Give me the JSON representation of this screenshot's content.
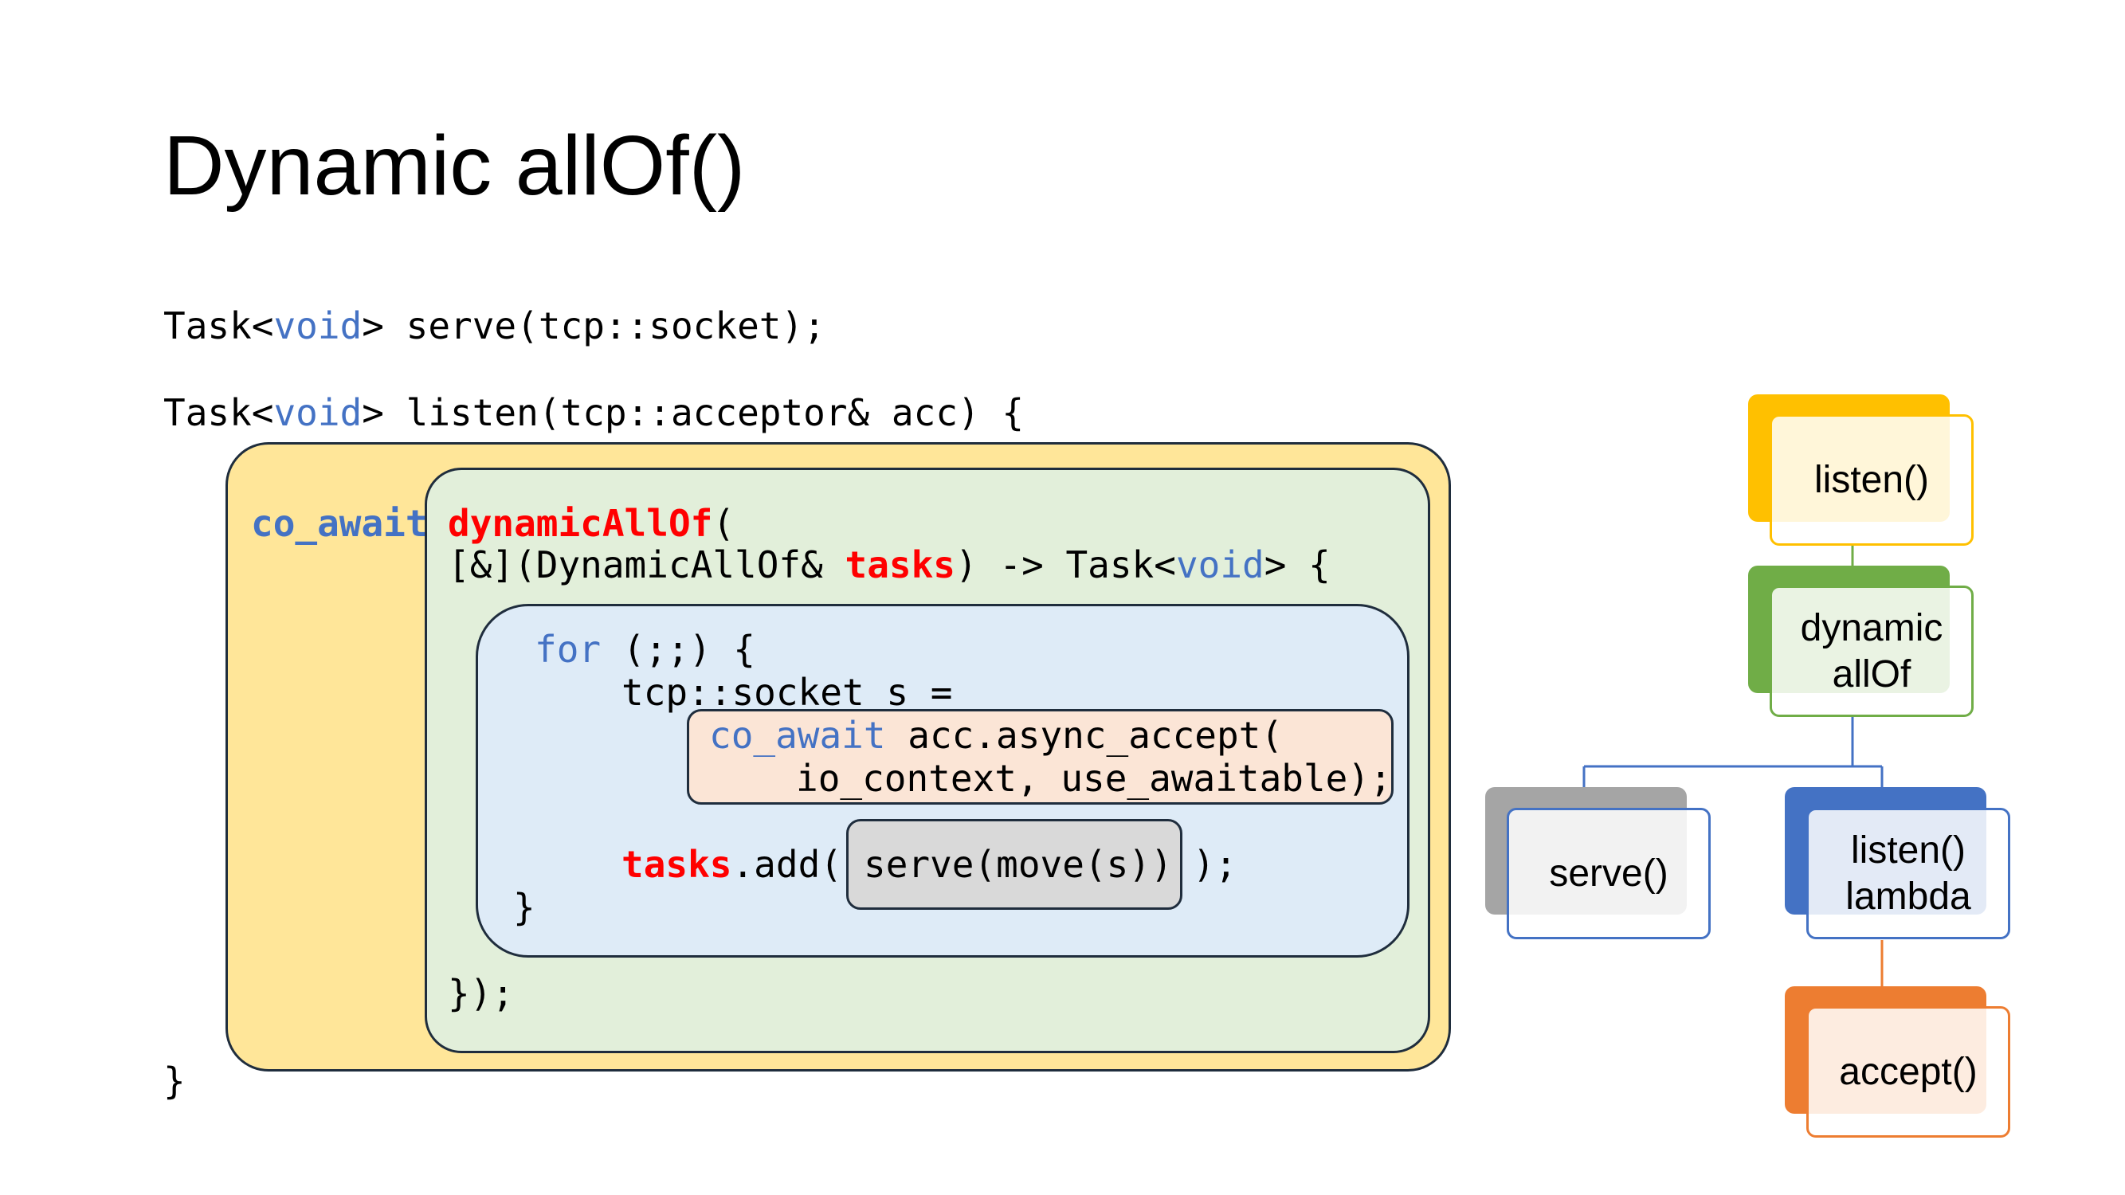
{
  "title": "Dynamic allOf()",
  "code": {
    "l1_task": "Task<",
    "l1_void": "void",
    "l1_rest": "> serve(tcp::socket);",
    "l2_task": "Task<",
    "l2_void": "void",
    "l2_rest": "> listen(tcp::acceptor& acc) {",
    "co_await": "co_await",
    "dynamic": "dynamicAllOf",
    "paren_open": "(",
    "lambda_a": "[&](DynamicAllOf& ",
    "tasks": "tasks",
    "lambda_b": ") -> Task<",
    "lambda_void": "void",
    "lambda_c": "> {",
    "for_kw": "for",
    "for_rest": " (;;) {",
    "socket_line": "tcp::socket s =",
    "co_await2": "co_await",
    "accept_rest": " acc.async_accept(",
    "io_line": "io_context, use_awaitable);",
    "tasks2": "tasks",
    "add_a": ".add(",
    "serve_move": "serve(move(s))",
    "add_b": ");",
    "brace_inner": "}",
    "lambda_close": "});",
    "brace_outer": "}"
  },
  "tree": {
    "listen": "listen()",
    "dynamic_allof": "dynamic\nallOf",
    "serve": "serve()",
    "listen_lambda": "listen()\nlambda",
    "accept": "accept()"
  },
  "colors": {
    "yellow_box": "#ffe699",
    "green_box": "#e2efda",
    "blue_box": "#deebf7",
    "peach_box": "#fbe5d6",
    "gray_box": "#d9d9d9",
    "keyword": "#4472c4",
    "highlight": "#ff0000",
    "node_listen": "#ffc000",
    "node_dynamic": "#70ad47",
    "node_serve": "#a5a5a5",
    "node_lambda": "#4472c4",
    "node_accept": "#ed7d31"
  }
}
